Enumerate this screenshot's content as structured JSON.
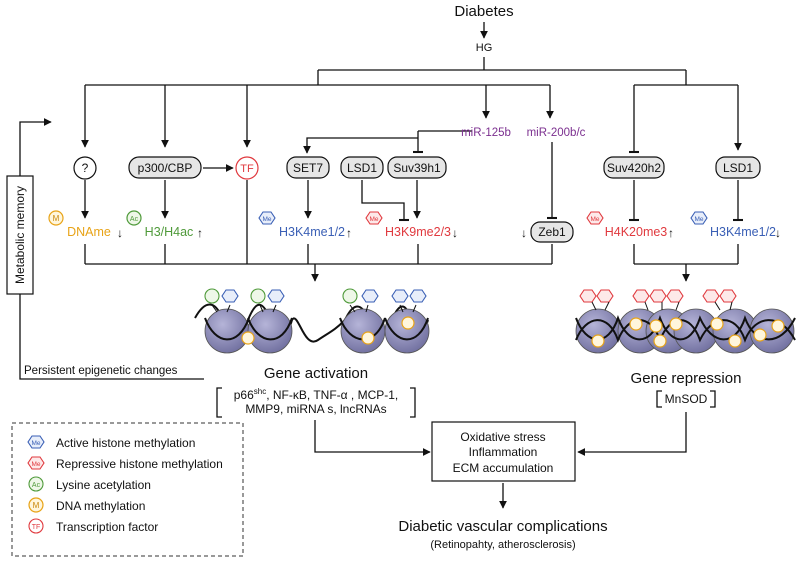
{
  "top": {
    "diabetes": "Diabetes",
    "hg": "HG"
  },
  "factors": {
    "question": "?",
    "p300": "p300/CBP",
    "tf": "TF",
    "set7": "SET7",
    "lsd1_left": "LSD1",
    "suv39h1": "Suv39h1",
    "mir125b": "miR-125b",
    "mir200": "miR-200b/c",
    "suv420h2": "Suv420h2",
    "lsd1_right": "LSD1",
    "zeb1": "Zeb1"
  },
  "marks": {
    "dname": "DNAme",
    "h3h4ac": "H3/H4ac",
    "h3k4_left": "H3K4me1/2",
    "h3k9": "H3K9me2/3",
    "h4k20": "H4K20me3",
    "h3k4_right": "H3K4me1/2"
  },
  "badges": {
    "me": "Me",
    "ac": "Ac",
    "m": "M",
    "tf": "TF"
  },
  "memory": {
    "label": "Metabolic memory",
    "persistent": "Persistent epigenetic changes"
  },
  "activation": {
    "title": "Gene activation",
    "genes_p66": "p66",
    "genes_p66_sup": "shc",
    "genes_line1_rest": ", NF-κB, TNF-α , MCP-1,",
    "genes_line2": "MMP9, miRNA s, lncRNAs"
  },
  "repression": {
    "title": "Gene repression",
    "genes": "MnSOD"
  },
  "outcome": {
    "box_line1": "Oxidative stress",
    "box_line2": "Inflammation",
    "box_line3": "ECM accumulation",
    "final": "Diabetic vascular complications",
    "final_sub": "(Retinopahty, atherosclerosis)"
  },
  "legend": {
    "items": [
      "Active histone methylation",
      "Repressive histone methylation",
      "Lysine acetylation",
      "DNA methylation",
      "Transcription factor"
    ]
  },
  "colors": {
    "active_me": "#3a5fb5",
    "repressive_me": "#e0393e",
    "acetyl": "#4f9a3a",
    "dna_me": "#e8a317",
    "tf": "#e0393e",
    "mirna": "#7b2f8f",
    "nucleosome": "#8e8db8"
  }
}
